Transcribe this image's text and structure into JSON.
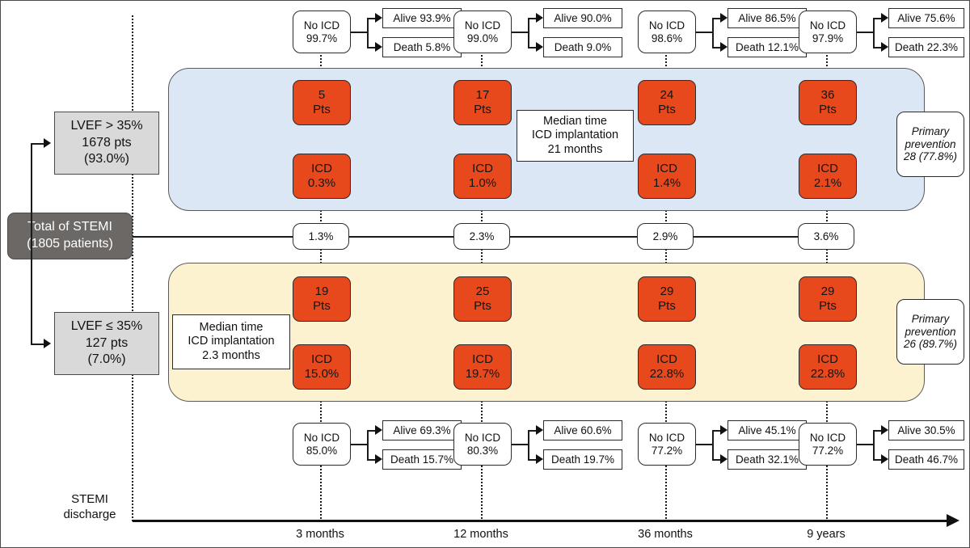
{
  "figure": {
    "type": "flow-diagram",
    "title": "STEMI ICD implantation and outcome flow diagram"
  },
  "total": {
    "line1": "Total of STEMI",
    "line2": "(1805 patients)"
  },
  "groups": [
    {
      "id": "lvef-above-35",
      "line1": "LVEF > 35%",
      "line2": "1678 pts",
      "line3": "(93.0%)",
      "band_color": "#dbe7f5",
      "median_note": {
        "line1": "Median time",
        "line2": "ICD implantation",
        "line3": "21 months"
      },
      "primary_prevention": {
        "line1": "Primary",
        "line2": "prevention",
        "line3": "28 (77.8%)"
      }
    },
    {
      "id": "lvef-below-35",
      "line1": "LVEF ≤ 35%",
      "line2": "127 pts",
      "line3": "(7.0%)",
      "band_color": "#fcf2cf",
      "median_note": {
        "line1": "Median time",
        "line2": "ICD implantation",
        "line3": "2.3 months"
      },
      "primary_prevention": {
        "line1": "Primary",
        "line2": "prevention",
        "line3": "26 (89.7%)"
      }
    }
  ],
  "timeline": {
    "origin_label_line1": "STEMI",
    "origin_label_line2": "discharge",
    "ticks": [
      "3 months",
      "12 months",
      "36 months",
      "9 years"
    ]
  },
  "chart_data": {
    "type": "table",
    "title": "ICD implantation and survival after STEMI discharge",
    "categories": [
      "3 months",
      "12 months",
      "36 months",
      "9 years"
    ],
    "overall_icd_percent": [
      "1.3%",
      "2.3%",
      "2.9%",
      "3.6%"
    ],
    "lvef_above_35": {
      "patients": [
        "5",
        "17",
        "24",
        "36"
      ],
      "patients_unit": "Pts",
      "icd_label": "ICD",
      "icd_percent": [
        "0.3%",
        "1.0%",
        "1.4%",
        "2.1%"
      ],
      "no_icd_label": "No ICD",
      "no_icd_percent": [
        "99.7%",
        "99.0%",
        "98.6%",
        "97.9%"
      ],
      "alive": [
        "Alive 93.9%",
        "Alive 90.0%",
        "Alive 86.5%",
        "Alive 75.6%"
      ],
      "death": [
        "Death 5.8%",
        "Death 9.0%",
        "Death 12.1%",
        "Death 22.3%"
      ]
    },
    "lvef_below_35": {
      "patients": [
        "19",
        "25",
        "29",
        "29"
      ],
      "patients_unit": "Pts",
      "icd_label": "ICD",
      "icd_percent": [
        "15.0%",
        "19.7%",
        "22.8%",
        "22.8%"
      ],
      "no_icd_label": "No ICD",
      "no_icd_percent": [
        "85.0%",
        "80.3%",
        "77.2%",
        "77.2%"
      ],
      "alive": [
        "Alive 69.3%",
        "Alive 60.6%",
        "Alive 45.1%",
        "Alive 30.5%"
      ],
      "death": [
        "Death 15.7%",
        "Death 19.7%",
        "Death 32.1%",
        "Death 46.7%"
      ]
    },
    "colors": {
      "icd_box": "#e8491c",
      "band_lvef_above": "#dbe7f5",
      "band_lvef_below": "#fcf2cf",
      "total_box": "#6b6866",
      "group_box": "#d9d9d9"
    }
  }
}
